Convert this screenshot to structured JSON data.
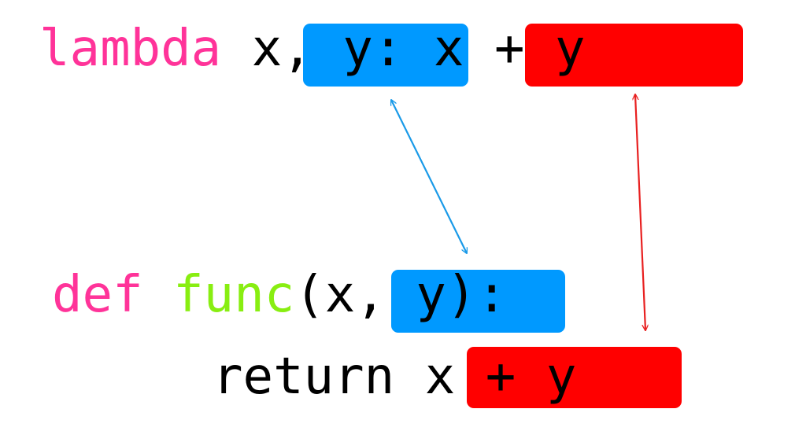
{
  "colors": {
    "keyword": "#ff3399",
    "function_name": "#88ee11",
    "text": "#000000",
    "params_highlight": "#0099ff",
    "body_highlight": "#ff0000",
    "params_arrow": "#1a9ae8",
    "body_arrow": "#e82020"
  },
  "lambda_line": {
    "keyword": "lambda",
    "params": "x, y",
    "colon": ":",
    "body": "x + y"
  },
  "def_line": {
    "keyword": "def",
    "name": "func",
    "open_paren": "(",
    "params": "x, y",
    "close": "):"
  },
  "return_line": {
    "keyword": "return",
    "body": "x + y"
  }
}
